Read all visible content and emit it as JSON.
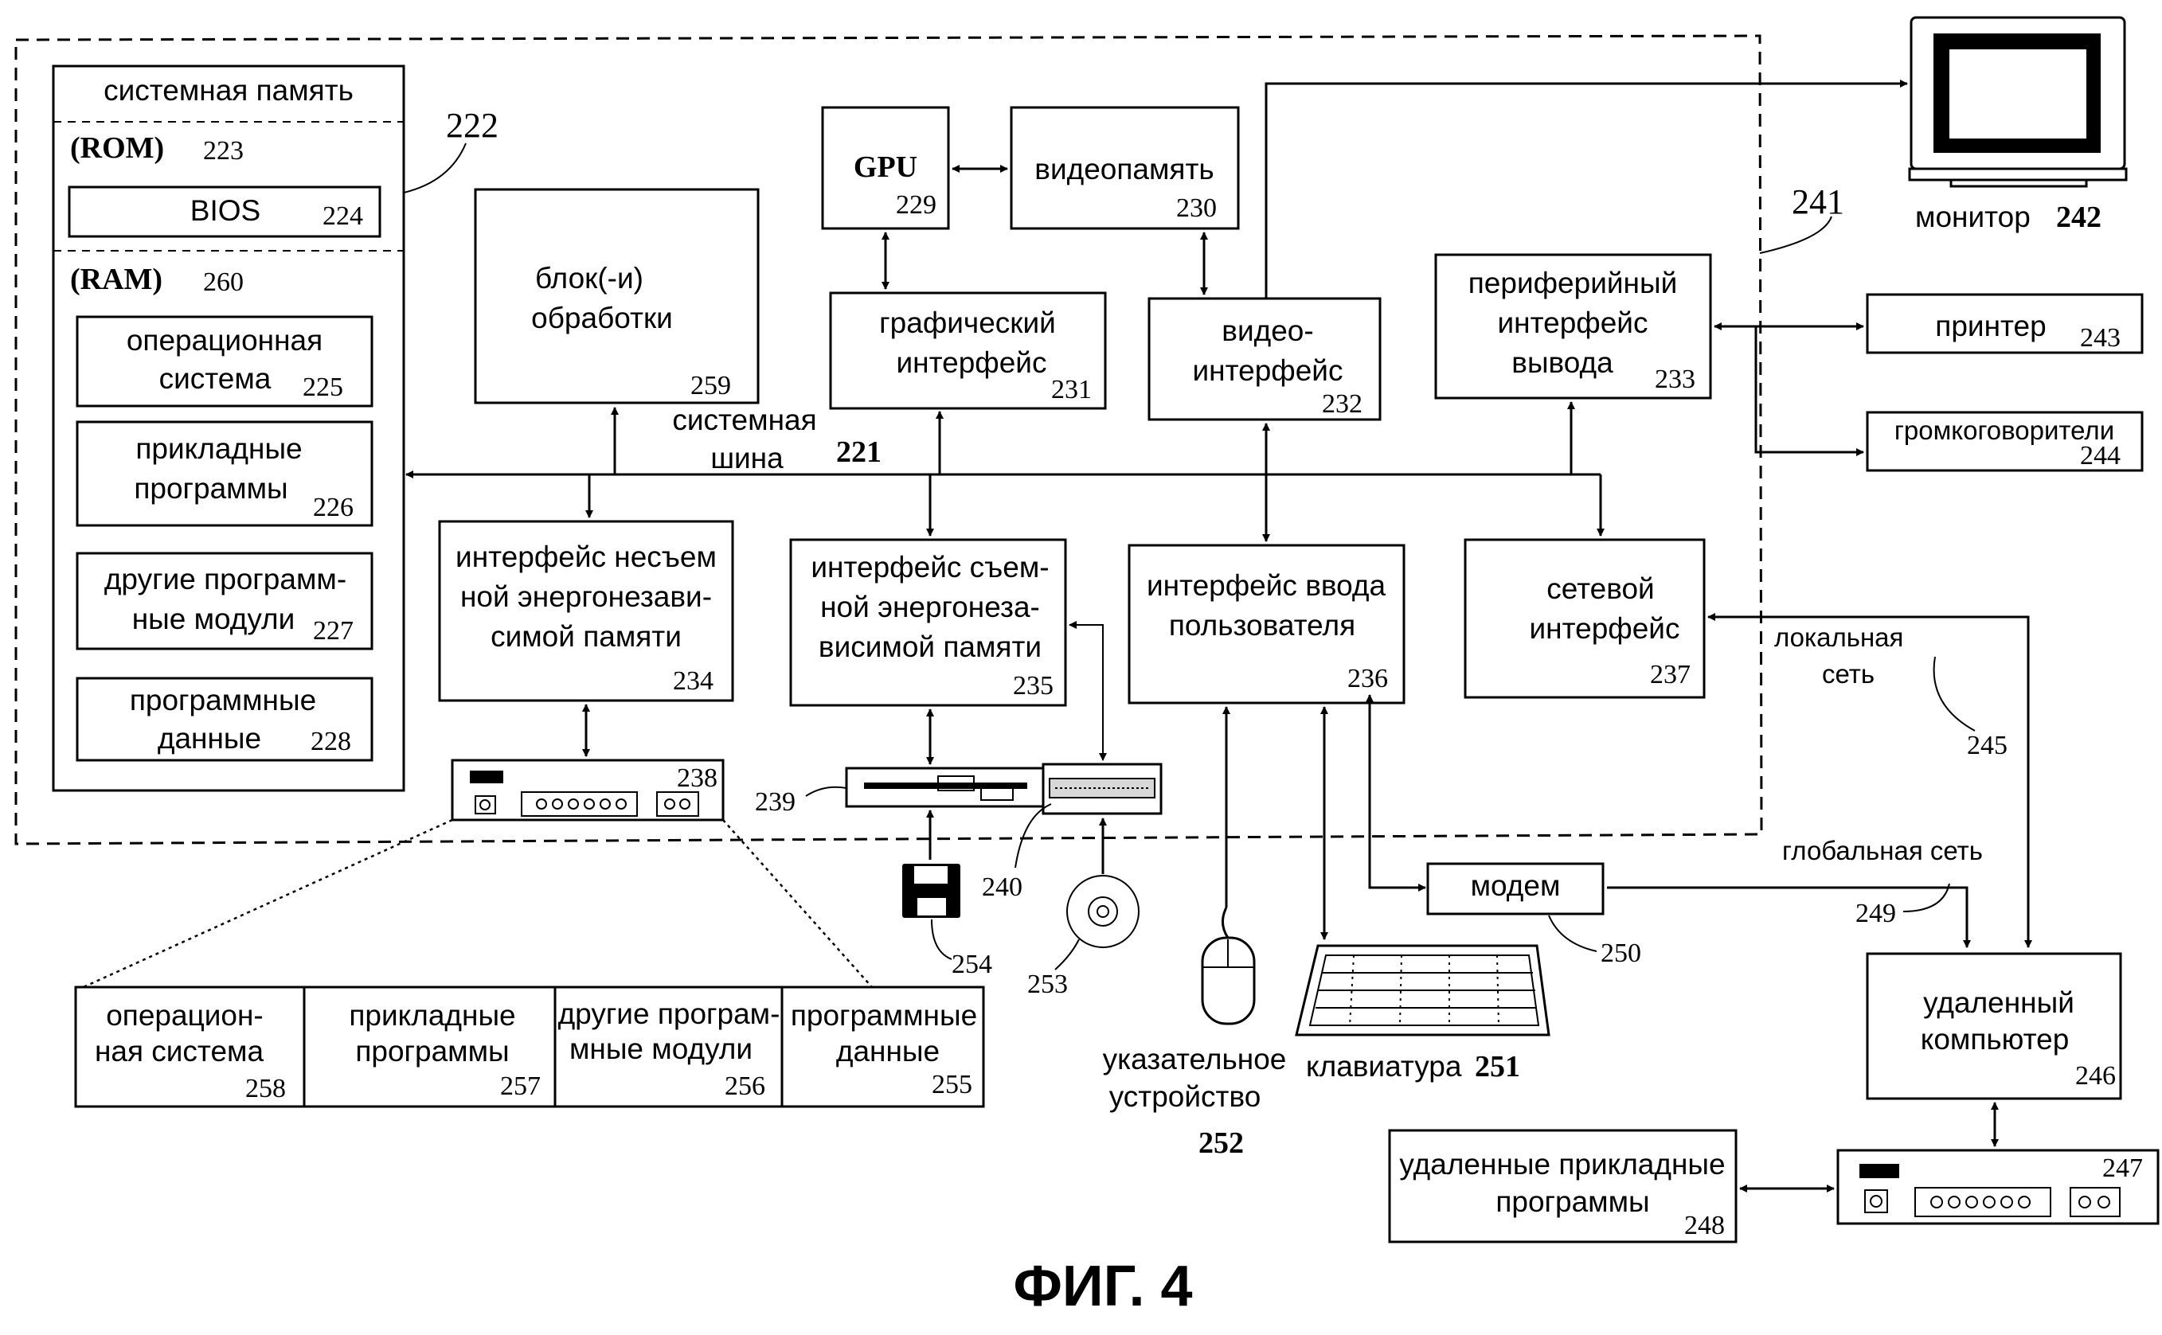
{
  "figure_label": "ФИГ. 4",
  "computer_num": "241",
  "system_memory": {
    "title": "системная память",
    "num": "222",
    "rom_label": "(ROM)",
    "rom_num": "223",
    "bios_label": "BIOS",
    "bios_num": "224",
    "ram_label": "(RAM)",
    "ram_num": "260",
    "os_l1": "операционная",
    "os_l2": "система",
    "os_num": "225",
    "apps_l1": "прикладные",
    "apps_l2": "программы",
    "apps_num": "226",
    "modules_l1": "другие программ-",
    "modules_l2": "ные модули",
    "modules_num": "227",
    "data_l1": "программные",
    "data_l2": "данные",
    "data_num": "228"
  },
  "processing": {
    "l1": "блок(-и)",
    "l2": "обработки",
    "num": "259"
  },
  "gpu": {
    "label": "GPU",
    "num": "229"
  },
  "video_memory": {
    "label": "видеопамять",
    "num": "230"
  },
  "graphics_interface": {
    "l1": "графический",
    "l2": "интерфейс",
    "num": "231"
  },
  "video_interface": {
    "l1": "видео-",
    "l2": "интерфейс",
    "num": "232"
  },
  "peripheral_interface": {
    "l1": "периферийный",
    "l2": "интерфейс",
    "l3": "вывода",
    "num": "233"
  },
  "monitor": {
    "label": "монитор",
    "num": "242"
  },
  "printer": {
    "label": "принтер",
    "num": "243"
  },
  "speakers": {
    "label": "громкоговорители",
    "num": "244"
  },
  "system_bus": {
    "l1": "системная",
    "l2": "шина",
    "num": "221"
  },
  "nonremovable_interface": {
    "l1": "интерфейс несъем",
    "l2": "ной энергонезави-",
    "l3": "симой памяти",
    "num": "234"
  },
  "removable_interface": {
    "l1": "интерфейс съем-",
    "l2": "ной энергонеза-",
    "l3": "висимой памяти",
    "num": "235"
  },
  "user_input_interface": {
    "l1": "интерфейс ввода",
    "l2": "пользователя",
    "num": "236"
  },
  "network_interface": {
    "l1": "сетевой",
    "l2": "интерфейс",
    "num": "237"
  },
  "hard_drive_num": "238",
  "floppy_drive_num": "239",
  "cd_drive_num": "240",
  "floppy_disk_num": "254",
  "cd_disk_num": "253",
  "mouse": {
    "l1": "указательное",
    "l2": "устройство",
    "num": "252"
  },
  "keyboard": {
    "label": "клавиатура",
    "num": "251"
  },
  "modem": {
    "label": "модем",
    "num": "250"
  },
  "lan": {
    "l1": "локальная",
    "l2": "сеть",
    "num": "245"
  },
  "wan": {
    "label": "глобальная сеть",
    "num": "249"
  },
  "remote_computer": {
    "l1": "удаленный",
    "l2": "компьютер",
    "num": "246"
  },
  "remote_drive_num": "247",
  "remote_apps": {
    "l1": "удаленные прикладные",
    "l2": "программы",
    "num": "248"
  },
  "stored": {
    "os_l1": "операцион-",
    "os_l2": "ная система",
    "os_num": "258",
    "apps_l1": "прикладные",
    "apps_l2": "программы",
    "apps_num": "257",
    "modules_l1": "другие програм-",
    "modules_l2": "мные модули",
    "modules_num": "256",
    "data_l1": "программные",
    "data_l2": "данные",
    "data_num": "255"
  },
  "colors": {
    "ink": "#000000",
    "paper": "#ffffff"
  }
}
